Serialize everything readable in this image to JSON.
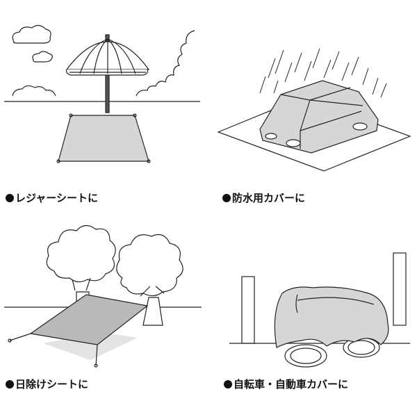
{
  "panels": [
    {
      "caption": "レジャーシートに"
    },
    {
      "caption": "防水用カバーに"
    },
    {
      "caption": "日除けシートに"
    },
    {
      "caption": "自転車・自動車カバーに"
    }
  ],
  "colors": {
    "sheet_fill": "#d6d6d6",
    "shadow_fill": "#e3e3e3",
    "stroke": "#222222"
  }
}
